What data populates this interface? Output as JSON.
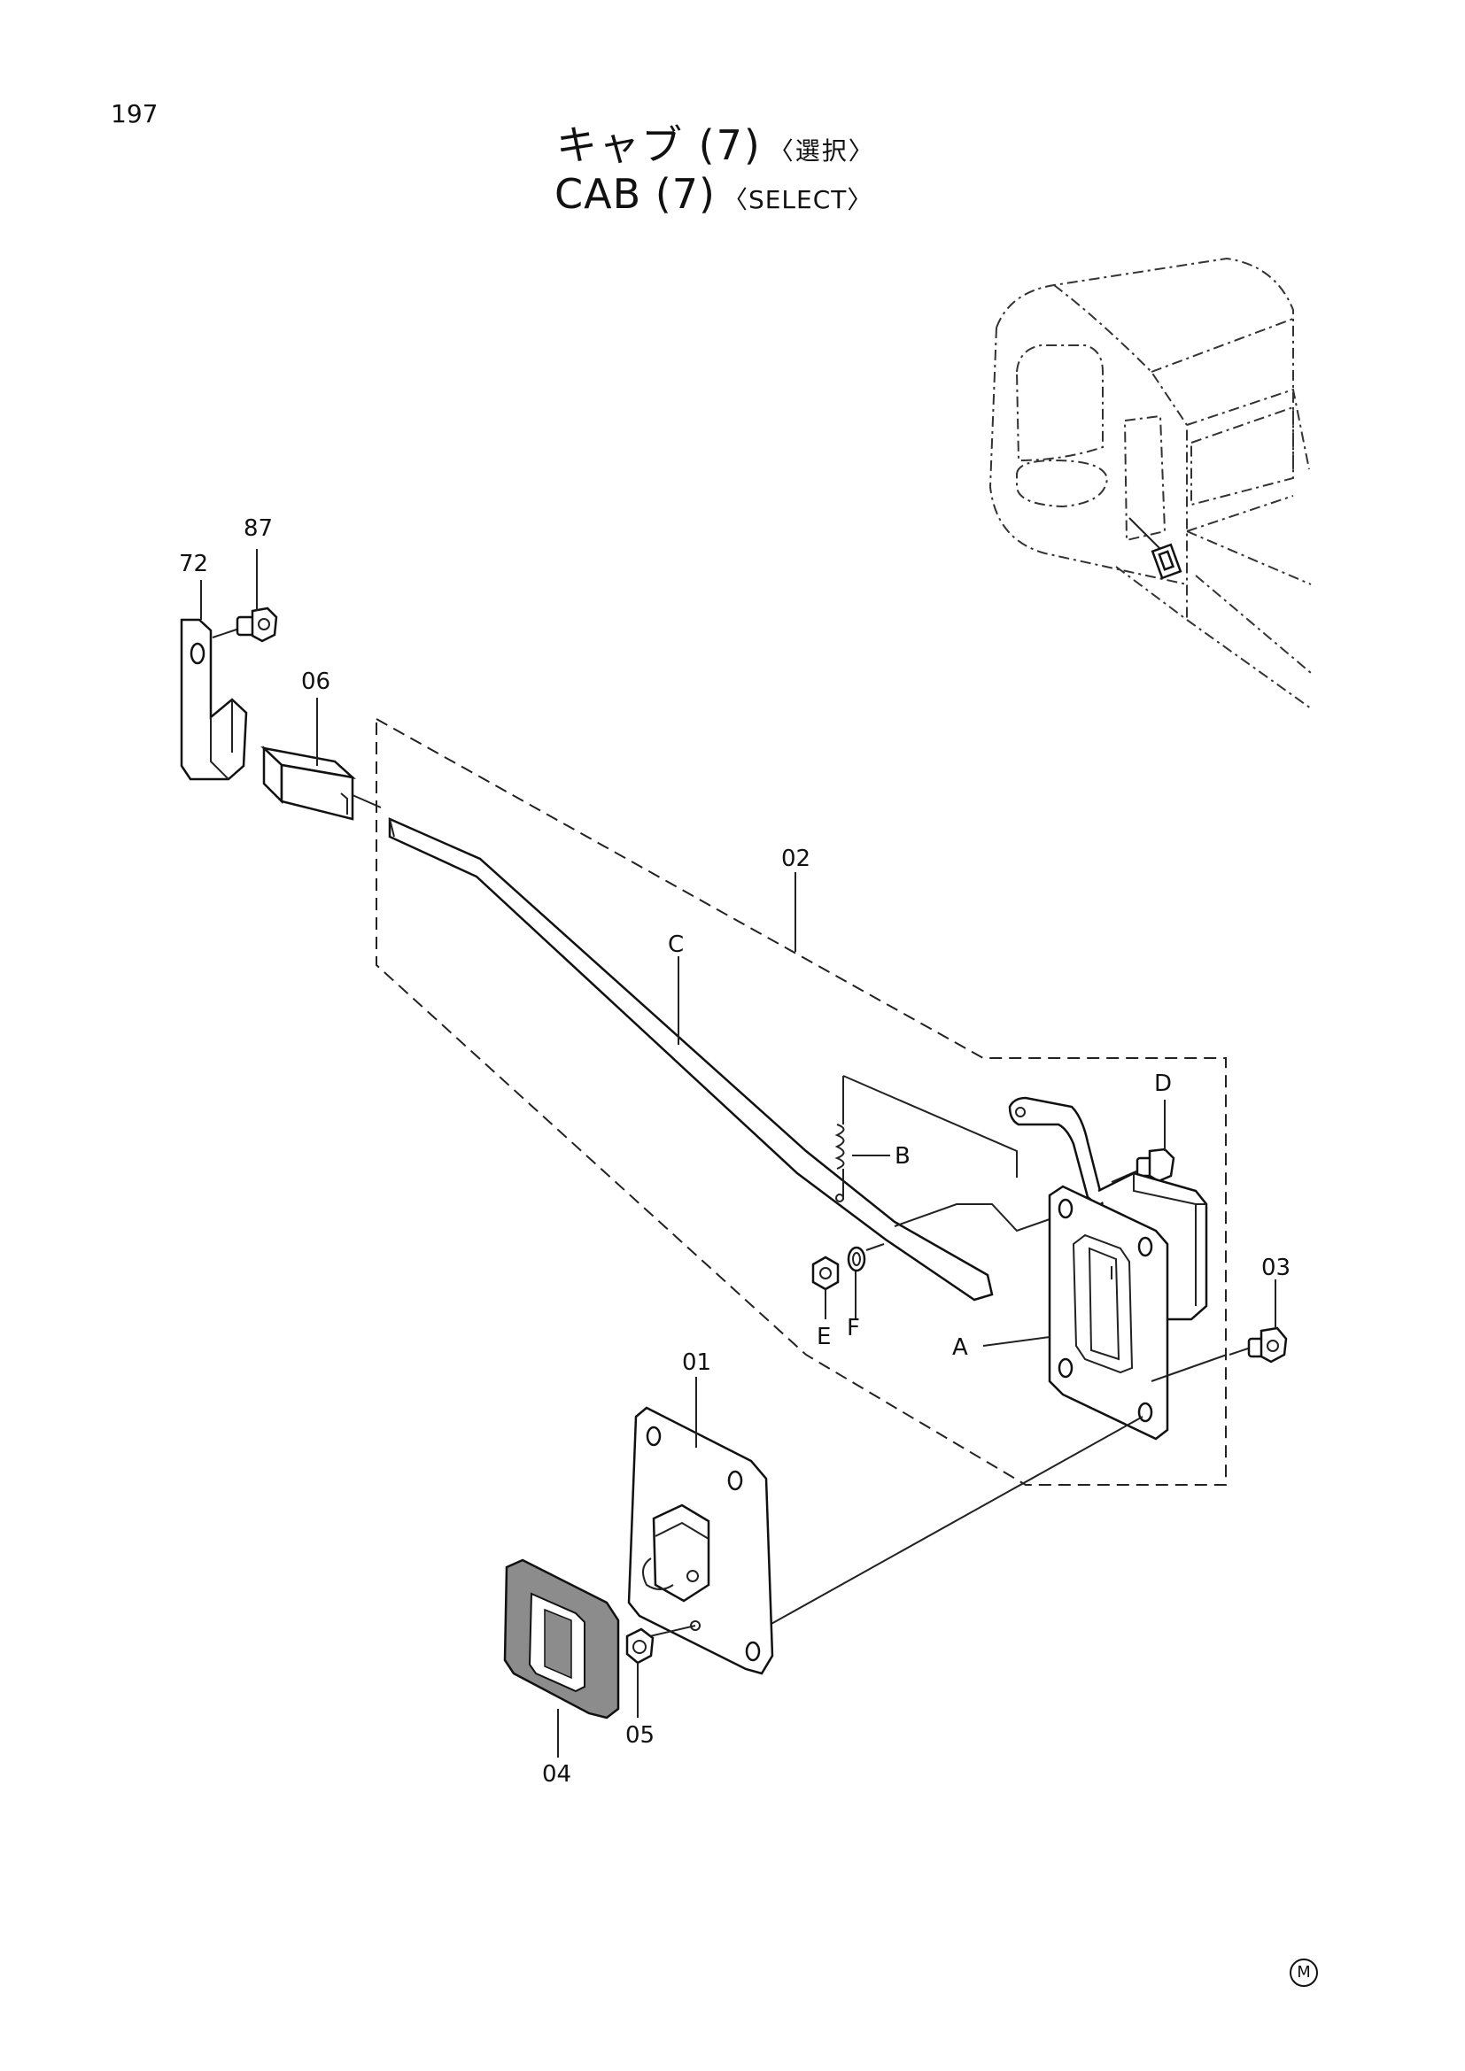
{
  "header": {
    "page_number": "197",
    "title_jp": "キャブ (7)",
    "title_jp_sub": "〈選択〉",
    "title_en": "CAB (7)",
    "title_en_sub": "〈SELECT〉"
  },
  "callouts": {
    "p72": "72",
    "p87": "87",
    "p06": "06",
    "p02": "02",
    "pC": "C",
    "pD": "D",
    "pB": "B",
    "p03": "03",
    "pE": "E",
    "pF": "F",
    "pA": "A",
    "p01": "01",
    "p04": "04",
    "p05": "05"
  },
  "footer": {
    "mark": "M"
  }
}
